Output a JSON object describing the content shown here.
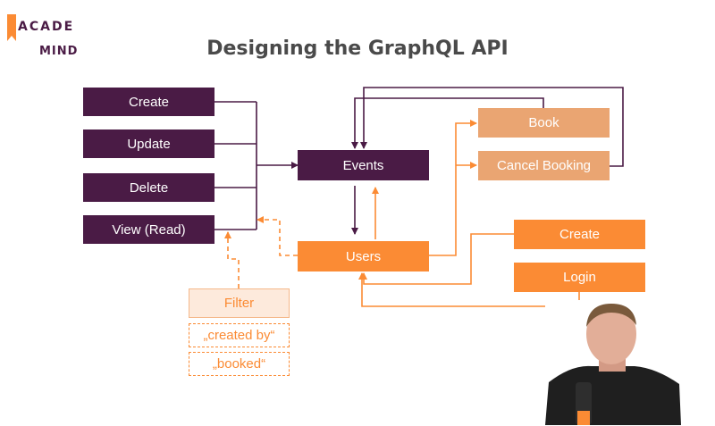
{
  "logo": {
    "line1": "ACADE",
    "line2": "MIND"
  },
  "title": "Designing the GraphQL API",
  "nodes": {
    "create": "Create",
    "update": "Update",
    "delete": "Delete",
    "view_read": "View (Read)",
    "events": "Events",
    "users": "Users",
    "book": "Book",
    "cancel_booking": "Cancel Booking",
    "user_create": "Create",
    "login": "Login",
    "filter": "Filter",
    "created_by": "„created by“",
    "booked": "„booked“"
  },
  "colors": {
    "dark_purple": "#4a1b45",
    "orange": "#fb8b34",
    "peach": "#eaa572",
    "filter_bg": "#fdeadc",
    "title_gray": "#4a4a4a"
  }
}
